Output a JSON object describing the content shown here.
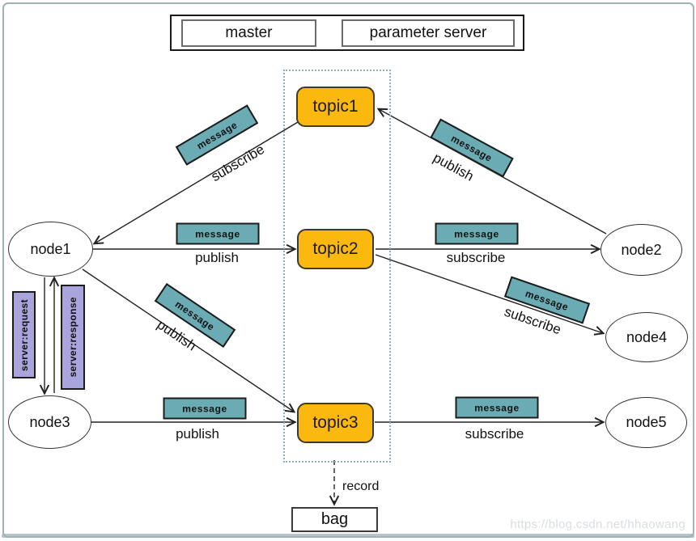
{
  "legend": {
    "master_label": "master",
    "parameter_server_label": "parameter server"
  },
  "topics": [
    {
      "id": "topic1",
      "label": "topic1"
    },
    {
      "id": "topic2",
      "label": "topic2"
    },
    {
      "id": "topic3",
      "label": "topic3"
    }
  ],
  "nodes": [
    {
      "id": "node1",
      "label": "node1"
    },
    {
      "id": "node2",
      "label": "node2"
    },
    {
      "id": "node3",
      "label": "node3"
    },
    {
      "id": "node4",
      "label": "node4"
    },
    {
      "id": "node5",
      "label": "node5"
    }
  ],
  "edges": [
    {
      "from": "topic1",
      "to": "node1",
      "verb": "subscribe",
      "message_label": "message"
    },
    {
      "from": "node2",
      "to": "topic1",
      "verb": "publish",
      "message_label": "message"
    },
    {
      "from": "node1",
      "to": "topic2",
      "verb": "publish",
      "message_label": "message"
    },
    {
      "from": "topic2",
      "to": "node2",
      "verb": "subscribe",
      "message_label": "message"
    },
    {
      "from": "topic2",
      "to": "node4",
      "verb": "subscribe",
      "message_label": "message"
    },
    {
      "from": "node1",
      "to": "topic3",
      "verb": "publish",
      "message_label": "message"
    },
    {
      "from": "node3",
      "to": "topic3",
      "verb": "publish",
      "message_label": "message"
    },
    {
      "from": "topic3",
      "to": "node5",
      "verb": "subscribe",
      "message_label": "message"
    }
  ],
  "service": {
    "request_label": "server:request",
    "response_label": "server:response",
    "between": [
      "node1",
      "node3"
    ]
  },
  "record": {
    "arrow_label": "record",
    "bag_label": "bag"
  },
  "watermark": "https://blog.csdn.net/hhaowang",
  "colors": {
    "topic_fill": "#fbb80e",
    "message_fill": "#6bacb4",
    "service_fill": "#a9a4db",
    "frame_border": "#9fb2b6",
    "group_border": "#8fafb7",
    "line": "#222222",
    "watermark": "#d9dee1"
  }
}
